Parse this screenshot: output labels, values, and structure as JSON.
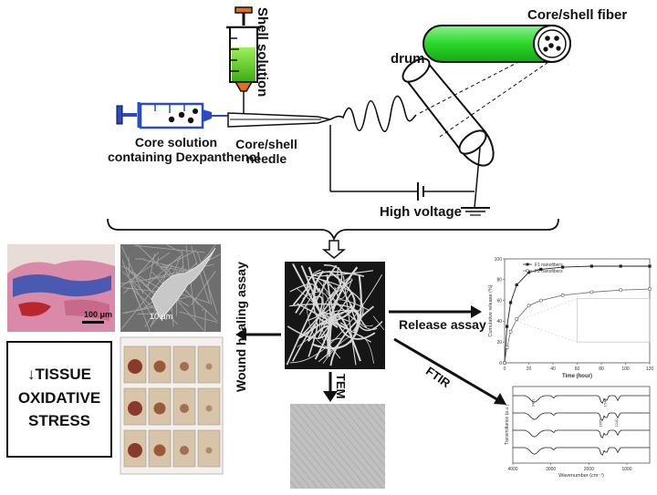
{
  "top": {
    "shell_solution": "Shell solution",
    "core_solution_line1": "Core solution",
    "core_solution_line2": "containing Dexpanthenol",
    "needle_line1": "Core/shell",
    "needle_line2": "needle",
    "drum": "drum",
    "fiber": "Core/shell fiber",
    "voltage": "High voltage"
  },
  "bottom": {
    "wound_assay": "Wound healing assay",
    "release_assay": "Release assay",
    "tem": "TEM",
    "ftir": "FTIR",
    "stress_line1": "TISSUE",
    "stress_line2": "OXIDATIVE",
    "stress_line3": "STRESS",
    "stress_arrow": "↓"
  },
  "histology": {
    "scalebar": "100 μm"
  },
  "sem": {
    "scalebar": "10 μm"
  },
  "chart_data": {
    "type": "line",
    "xlabel": "Time (hour)",
    "ylabel": "Cumulative release (%)",
    "xlim": [
      0,
      120
    ],
    "ylim": [
      0,
      100
    ],
    "xticks": [
      "0",
      "20",
      "40",
      "60",
      "80",
      "100",
      "120"
    ],
    "yticks": [
      "0",
      "20",
      "40",
      "60",
      "80",
      "100"
    ],
    "legend_position": "top-left",
    "series": [
      {
        "name": "F1 nanofibers",
        "marker": "filled",
        "x": [
          0,
          2,
          5,
          10,
          20,
          30,
          48,
          72,
          96,
          120
        ],
        "y": [
          0,
          35,
          58,
          75,
          87,
          90,
          92,
          93,
          93,
          93
        ]
      },
      {
        "name": "F2 nanofibers",
        "marker": "open",
        "x": [
          0,
          2,
          5,
          10,
          20,
          30,
          48,
          72,
          96,
          120
        ],
        "y": [
          0,
          15,
          30,
          42,
          55,
          60,
          65,
          68,
          70,
          71
        ]
      }
    ]
  },
  "ftir": {
    "xlabel": "Wavenumber (cm⁻¹)",
    "ylabel": "Transmittance (a.u.)",
    "xticks": [
      "4000",
      "3000",
      "2000",
      "1000"
    ],
    "peak_labels": [
      "3432",
      "1655",
      "1540",
      "1240"
    ]
  },
  "colors": {
    "fiber_green": "#2ad62a",
    "shell_green": "#5ad41a",
    "core_blue": "#2a4ac8",
    "syringe_orange": "#e07020",
    "histo_pink": "#d98aa8",
    "histo_red": "#b8262e"
  }
}
